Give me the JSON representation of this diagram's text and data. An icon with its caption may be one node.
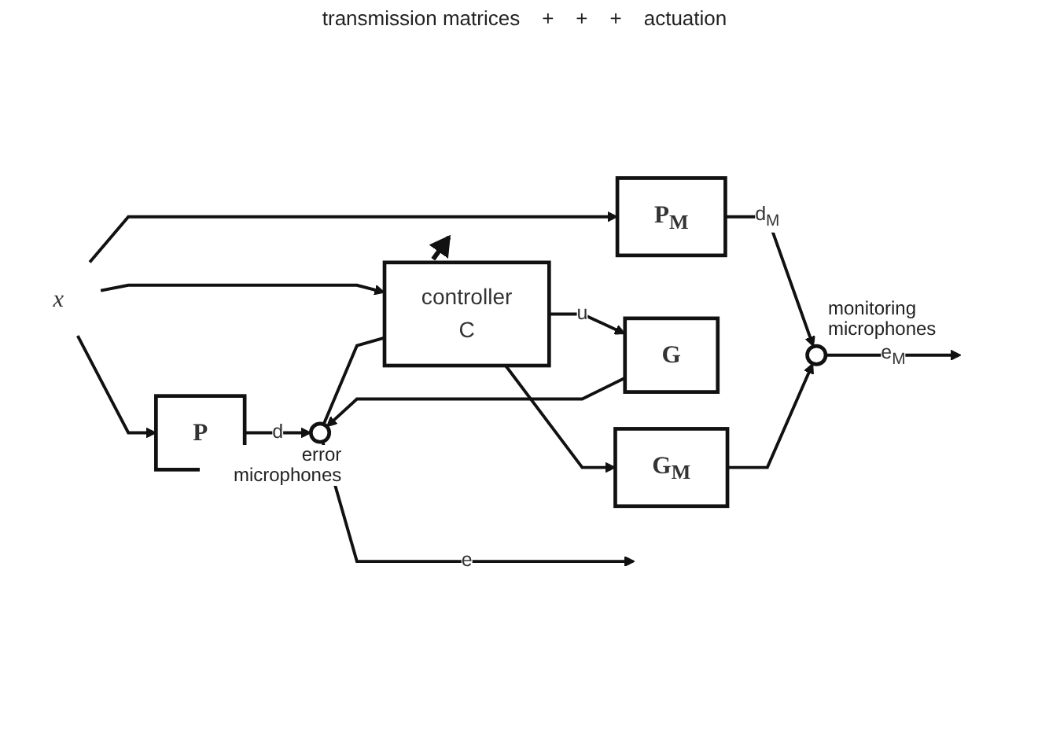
{
  "diagram": {
    "nodes": [
      {
        "text": [
          "x"
        ]
      },
      {
        "text": [
          "P$_{M}$"
        ]
      },
      {
        "text": [
          "P"
        ]
      },
      {
        "text": [],
        "shape": "circle",
        "beside": [
          "monitoring microphones"
        ]
      },
      {
        "text": [],
        "shape": "circle",
        "beside": [
          "error microphones"
        ]
      },
      {
        "text": [
          "G"
        ]
      },
      {
        "text": [
          "G$_{M}$"
        ]
      },
      {
        "text": [
          "controller",
          "C"
        ]
      }
    ],
    "edges": [
      {
        "from": 0,
        "to": 1,
        "arrow": "to"
      },
      {
        "from": 0,
        "to": 2,
        "arrow": "to"
      },
      {
        "from": 0,
        "to": 7,
        "arrow": "to"
      },
      {
        "from": 1,
        "to": 3,
        "arrow": "to",
        "label": "d$_{M}$"
      },
      {
        "from": 2,
        "to": 4,
        "arrow": "to",
        "label": "d"
      },
      {
        "from": 3,
        "to": null,
        "arrow": "to",
        "label": "e$_{M}$"
      },
      {
        "from": 4,
        "to": null,
        "arrow": "to",
        "label": "e"
      },
      {
        "from": 5,
        "to": 4,
        "arrow": "to"
      },
      {
        "from": 6,
        "to": 3,
        "arrow": "to"
      },
      {
        "from": 7,
        "to": 5,
        "arrow": "to",
        "label": "u"
      },
      {
        "from": 7,
        "to": 6,
        "arrow": "to"
      },
      {
        "from": 4,
        "to": 7,
        "arrow": "none"
      }
    ],
    "labels": [
      "transmission matrices",
      "+",
      "+",
      "+",
      "actuation"
    ]
  }
}
